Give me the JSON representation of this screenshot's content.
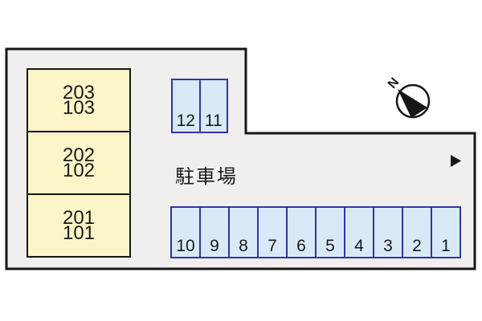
{
  "area_label": "駐車場",
  "compass": {
    "north_label": "N"
  },
  "building": {
    "rooms": [
      {
        "upper": "203",
        "lower": "103"
      },
      {
        "upper": "202",
        "lower": "102"
      },
      {
        "upper": "201",
        "lower": "101"
      }
    ]
  },
  "parking": {
    "top_row": [
      "12",
      "11"
    ],
    "bottom_row": [
      "10",
      "9",
      "8",
      "7",
      "6",
      "5",
      "4",
      "3",
      "2",
      "1"
    ]
  },
  "colors": {
    "lot_fill": "#f0efed",
    "building_fill": "#fbf5c8",
    "space_fill": "#d8eaf7",
    "space_border": "#3333a8",
    "outline": "#161616",
    "text": "#1a1a1a"
  }
}
